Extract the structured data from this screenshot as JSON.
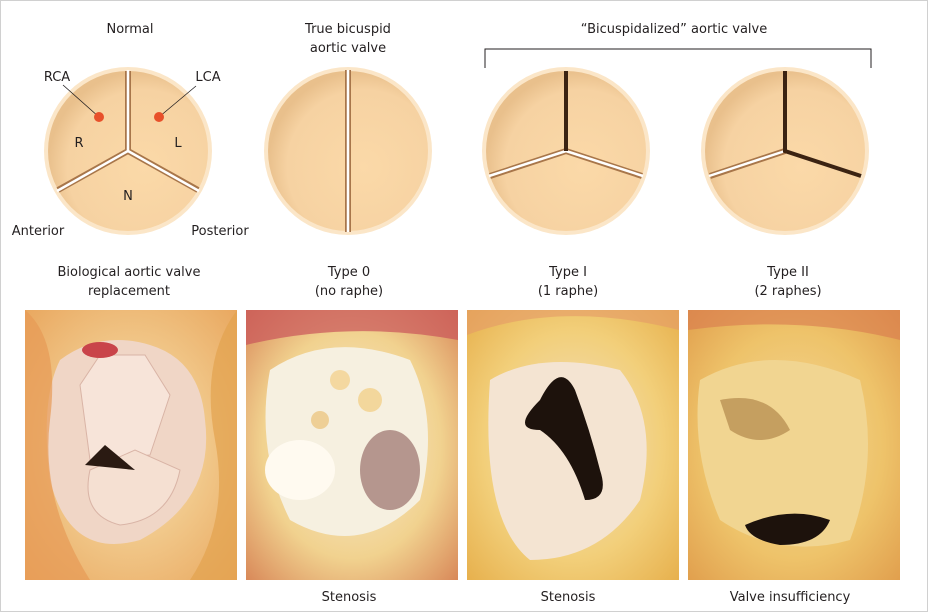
{
  "titles": {
    "normal": "Normal",
    "true_bicuspid_line1": "True bicuspid",
    "true_bicuspid_line2": "aortic valve",
    "bicuspidalized": "“Bicuspidalized” aortic valve"
  },
  "normal_labels": {
    "rca": "RCA",
    "lca": "LCA",
    "r": "R",
    "l": "L",
    "n": "N",
    "anterior": "Anterior",
    "posterior": "Posterior"
  },
  "row_labels": [
    {
      "line1": "Biological aortic valve",
      "line2": "replacement"
    },
    {
      "line1": "Type 0",
      "line2": "(no raphe)"
    },
    {
      "line1": "Type I",
      "line2": "(1 raphe)"
    },
    {
      "line1": "Type II",
      "line2": "(2 raphes)"
    }
  ],
  "captions": [
    "",
    "Stenosis",
    "Stenosis",
    "Valve insufficiency"
  ],
  "colors": {
    "valve_fill": "#f9d9ac",
    "valve_rim": "#fbe6c8",
    "commissure_edge": "#a8764a",
    "raphe": "#3b2312",
    "coronary_ostium": "#e8502a"
  }
}
